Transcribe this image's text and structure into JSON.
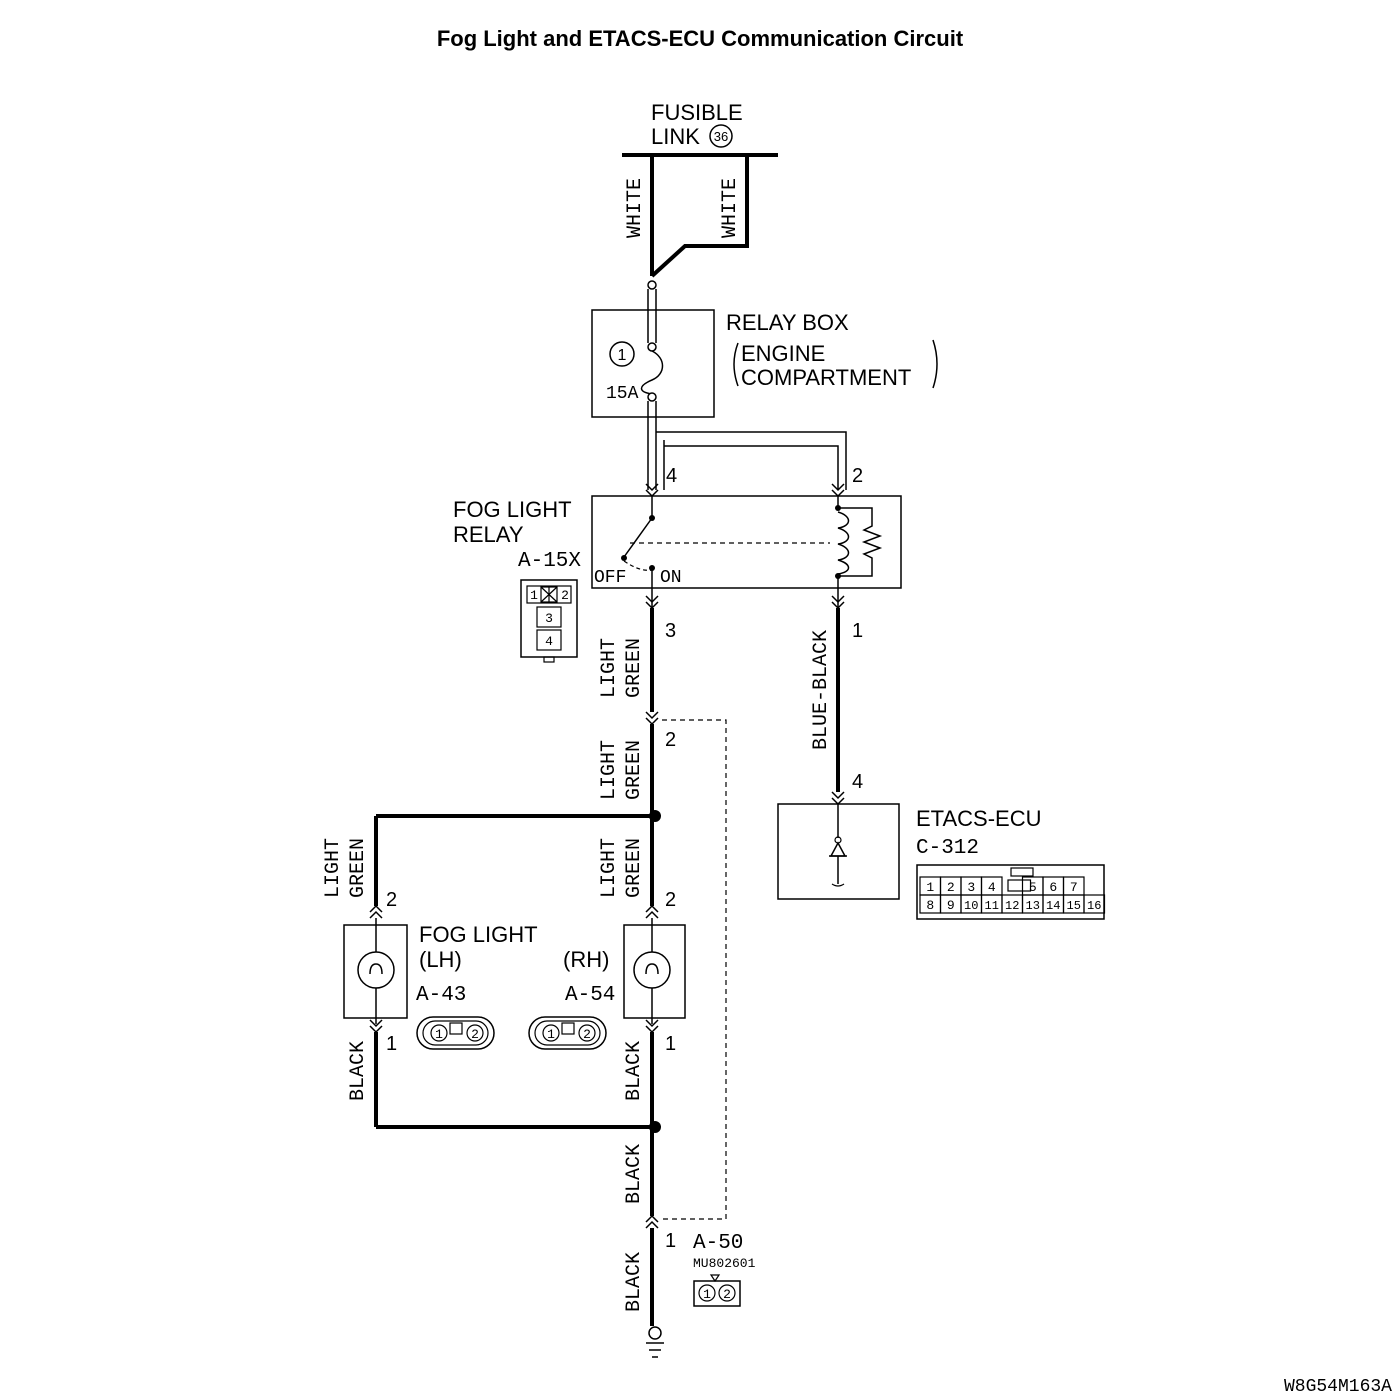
{
  "title": "Fog Light and ETACS-ECU Communication Circuit",
  "fusible_link": {
    "line1": "FUSIBLE",
    "line2": "LINK",
    "number": "36"
  },
  "wire_colors": {
    "white": "WHITE",
    "light": "LIGHT",
    "green": "GREEN",
    "blue_black": "BLUE-BLACK",
    "black": "BLACK"
  },
  "relay_box": {
    "label": "RELAY BOX",
    "sub1": "ENGINE",
    "sub2": "COMPARTMENT",
    "fuse_number": "1",
    "fuse_rating": "15A"
  },
  "fog_light_relay": {
    "line1": "FOG LIGHT",
    "line2": "RELAY",
    "connector": "A-15X",
    "off": "OFF",
    "on": "ON",
    "pins": {
      "p1": "1",
      "p2": "2",
      "p3": "3",
      "p4": "4"
    },
    "connector_pins": [
      "1",
      "2",
      "3",
      "4"
    ]
  },
  "etacs_ecu": {
    "label": "ETACS-ECU",
    "connector": "C-312",
    "pin": "4",
    "connector_pins_top": [
      "1",
      "2",
      "3",
      "4",
      "5",
      "6",
      "7"
    ],
    "connector_pins_bottom": [
      "8",
      "9",
      "10",
      "11",
      "12",
      "13",
      "14",
      "15",
      "16"
    ]
  },
  "intermediate_connector_pin": "2",
  "fog_light": {
    "label": "FOG LIGHT",
    "lh": "(LH)",
    "rh": "(RH)",
    "lh_connector": "A-43",
    "rh_connector": "A-54",
    "pin_top": "2",
    "pin_bottom": "1",
    "connector_pins": [
      "1",
      "2"
    ]
  },
  "ground_connector": {
    "id": "A-50",
    "part": "MU802601",
    "pin": "1",
    "connector_pins": [
      "1",
      "2"
    ]
  },
  "figure_id": "W8G54M163A"
}
